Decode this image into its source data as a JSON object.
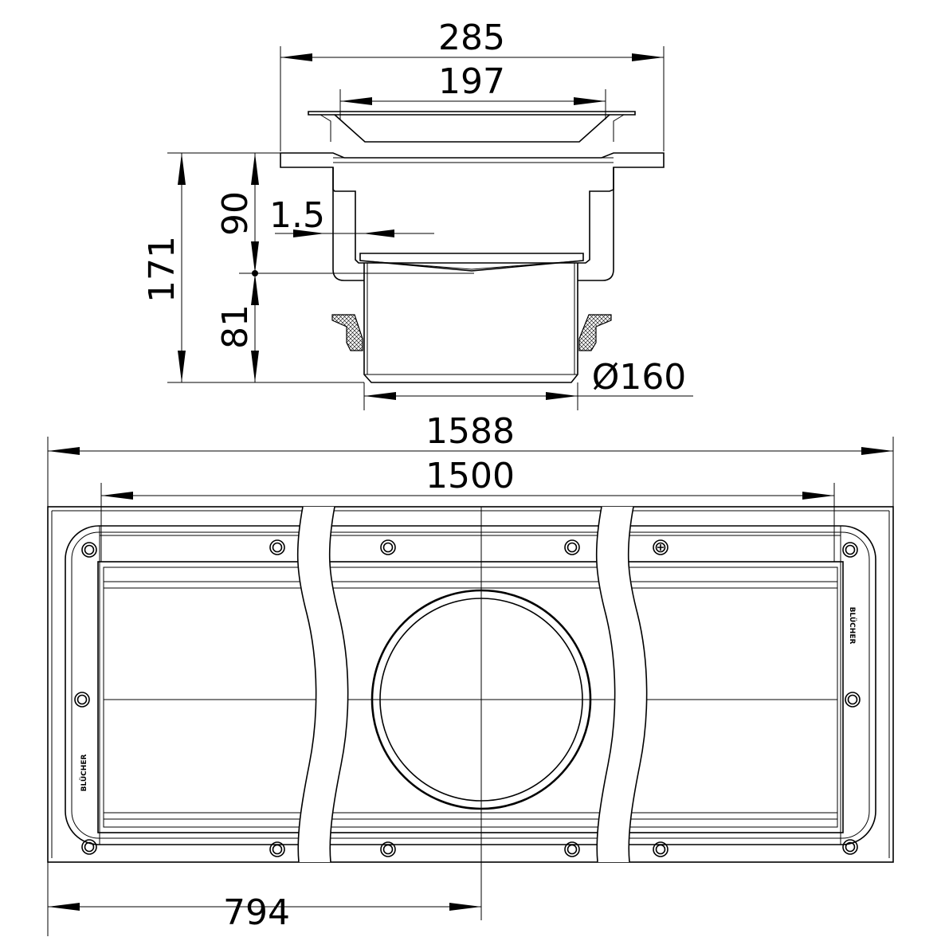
{
  "section_view": {
    "dim_outer_width": "285",
    "dim_grate_width": "197",
    "dim_upper_height": "90",
    "dim_wall_thickness": "1.5",
    "dim_total_height": "171",
    "dim_lower_height": "81",
    "dim_outlet_diameter": "Ø160"
  },
  "plan_view": {
    "dim_total_length": "1588",
    "dim_channel_length": "1500",
    "dim_outlet_position": "794",
    "brand_left": "BLÜCHER",
    "brand_right": "BLÜCHER"
  }
}
